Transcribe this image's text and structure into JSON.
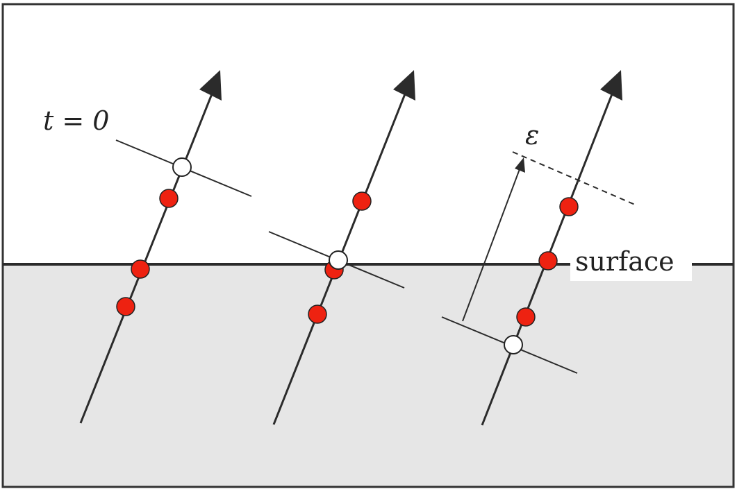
{
  "labels": {
    "t_zero": "t = 0",
    "epsilon": "ε",
    "surface": "surface"
  },
  "colors": {
    "frame": "#333333",
    "upper_region": "#ffffff",
    "lower_region": "#e6e6e6",
    "line": "#2b2b2b",
    "particle_red": "#ee2211",
    "particle_white": "#ffffff"
  }
}
